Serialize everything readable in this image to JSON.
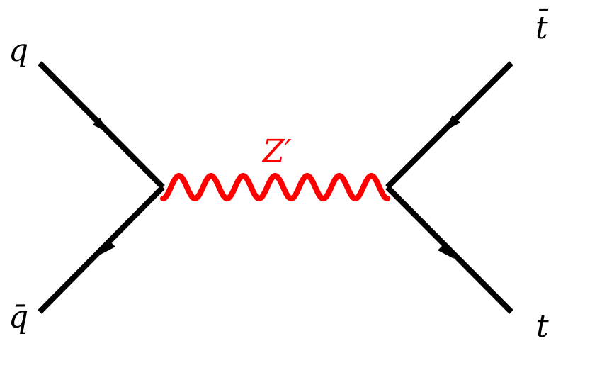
{
  "labels": {
    "q": "q",
    "qbar": "q̄",
    "tbar": "t̄",
    "t": "t",
    "boson": "Z′"
  },
  "colors": {
    "fermion": "#000000",
    "boson": "#ff0000"
  }
}
